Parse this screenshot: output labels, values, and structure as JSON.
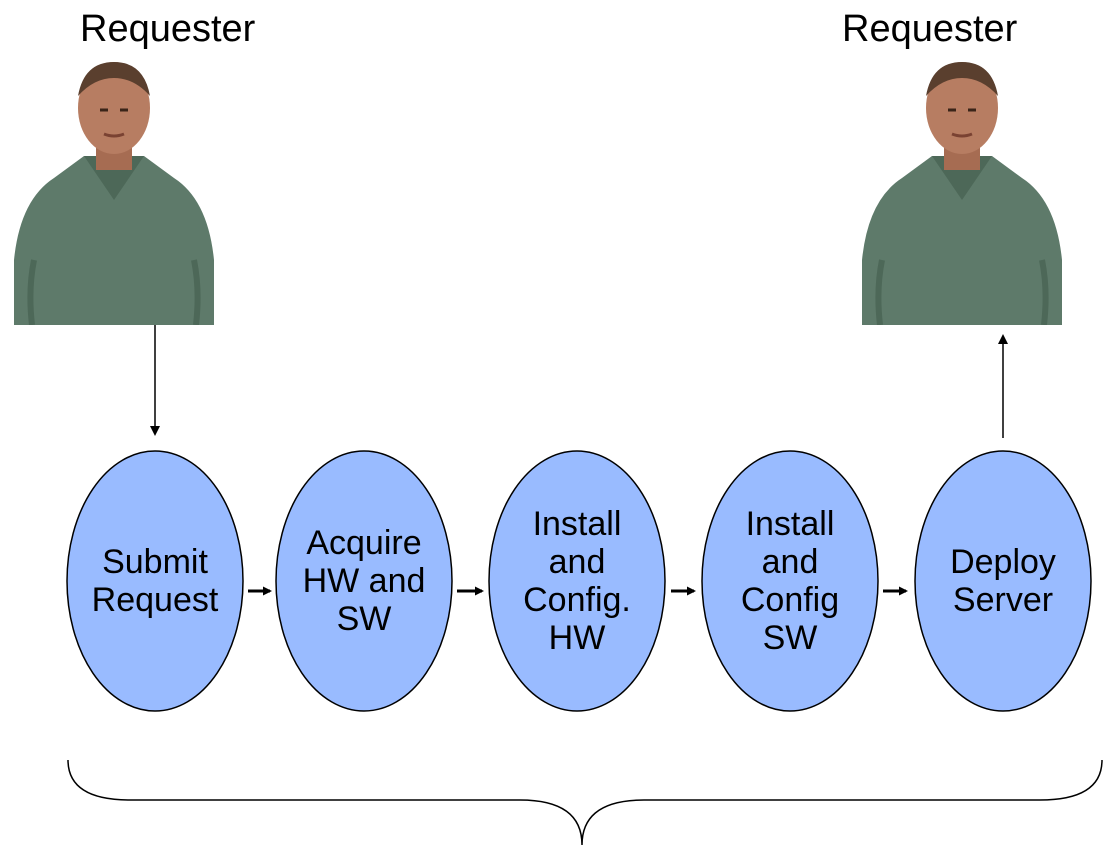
{
  "requesters": [
    {
      "label": "Requester"
    },
    {
      "label": "Requester"
    }
  ],
  "process_steps": [
    {
      "label": "Submit\nRequest"
    },
    {
      "label": "Acquire\nHW and\nSW"
    },
    {
      "label": "Install\nand\nConfig.\nHW"
    },
    {
      "label": "Install\nand\nConfig\nSW"
    },
    {
      "label": "Deploy\nServer"
    }
  ],
  "colors": {
    "node_fill": "#99bbff",
    "node_stroke": "#000000",
    "shirt": "#5e7a6a",
    "skin": "#b77d62"
  }
}
